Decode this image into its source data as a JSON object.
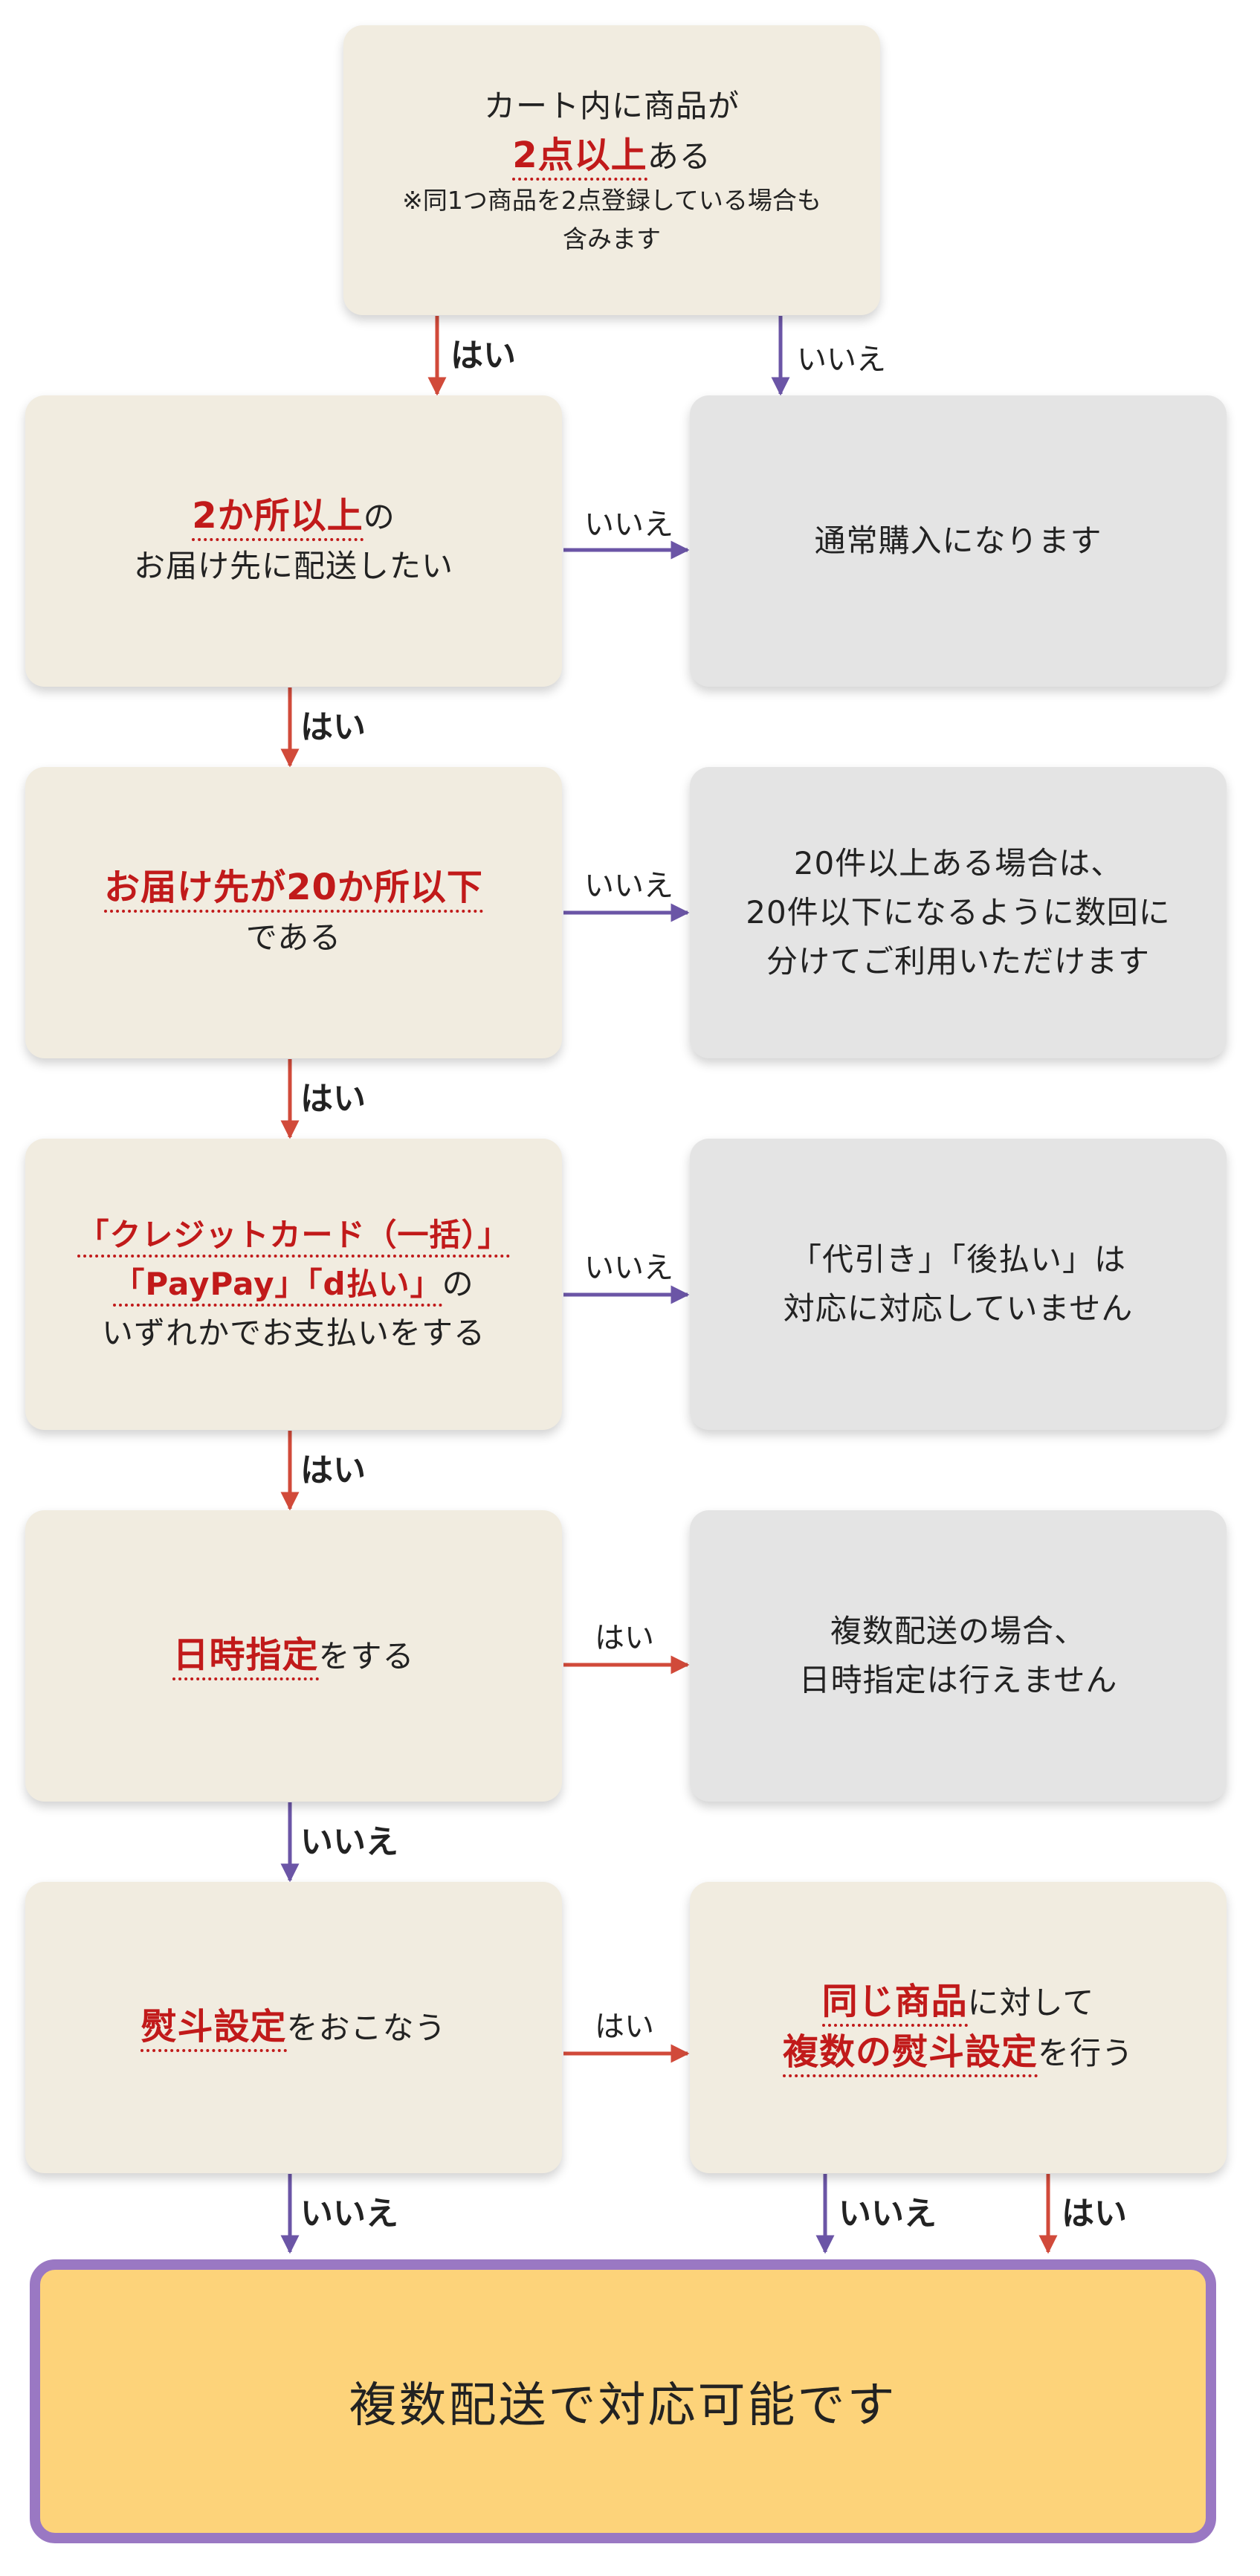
{
  "steps": {
    "q1": {
      "pre": "カート内に商品が",
      "hl": "2点以上",
      "post": "ある",
      "note1": "※同1つ商品を2点登録している場合も",
      "note2": "含みます"
    },
    "q2": {
      "hl": "2か所以上",
      "post": "の",
      "line2": "お届け先に配送したい"
    },
    "a2": {
      "text": "通常購入になります"
    },
    "q3": {
      "hl": "お届け先が20か所以下",
      "line2": "である"
    },
    "a3": {
      "l1": "20件以上ある場合は、",
      "l2": "20件以下になるように数回に",
      "l3": "分けてご利用いただけます"
    },
    "q4": {
      "hl1": "「クレジットカード（一括）」",
      "hl2": "「PayPay」「d払い」",
      "post2": "の",
      "line3": "いずれかでお支払いをする"
    },
    "a4": {
      "l1": "「代引き」「後払い」は",
      "l2": "対応に対応していません"
    },
    "q5": {
      "hl": "日時指定",
      "post": "をする"
    },
    "a5": {
      "l1": "複数配送の場合、",
      "l2": "日時指定は行えません"
    },
    "q6": {
      "hl": "熨斗設定",
      "post": "をおこなう"
    },
    "a6": {
      "hl1": "同じ商品",
      "post1": "に対して",
      "hl2": "複数の熨斗設定",
      "post2": "を行う"
    }
  },
  "labels": {
    "yes": "はい",
    "no": "いいえ"
  },
  "final": {
    "text": "複数配送で対応可能です"
  },
  "colors": {
    "yes_arrow": "#d14a3a",
    "no_arrow": "#6b55a6",
    "highlight": "#c11a1a",
    "question_bg": "#f1ece0",
    "answer_bg": "#e4e4e4",
    "final_bg": "#fdd37a",
    "final_border": "#9a78c3"
  }
}
